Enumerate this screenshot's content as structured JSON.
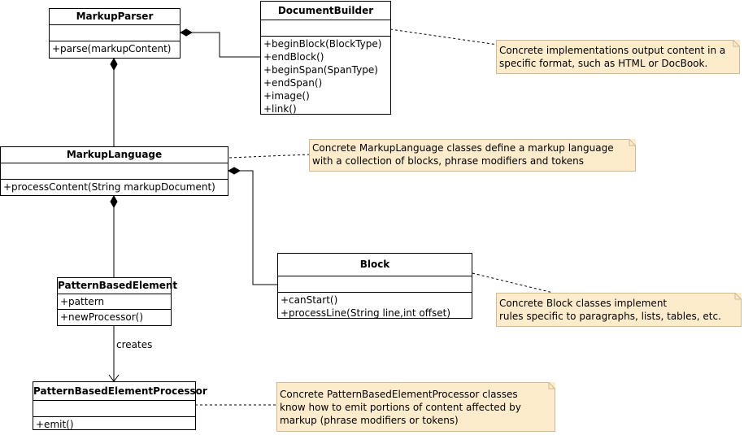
{
  "classes": {
    "markup_parser": {
      "name": "MarkupParser",
      "attributes": [],
      "operations": [
        "+parse(markupContent)"
      ]
    },
    "document_builder": {
      "name": "DocumentBuilder",
      "attributes": [],
      "operations": [
        "+beginBlock(BlockType)",
        "+endBlock()",
        "+beginSpan(SpanType)",
        "+endSpan()",
        "+image()",
        "+link()"
      ]
    },
    "markup_language": {
      "name": "MarkupLanguage",
      "attributes": [],
      "operations": [
        "+processContent(String markupDocument)"
      ]
    },
    "block": {
      "name": "Block",
      "attributes": [],
      "operations": [
        "+canStart()",
        "+processLine(String line,int offset)"
      ]
    },
    "pattern_based_element": {
      "name": "PatternBasedElement",
      "attributes": [
        "+pattern"
      ],
      "operations": [
        "+newProcessor()"
      ]
    },
    "pattern_based_element_processor": {
      "name": "PatternBasedElementProcessor",
      "attributes": [],
      "operations": [
        "+emit()"
      ]
    }
  },
  "notes": {
    "document_builder_note": [
      "Concrete implementations output content in a",
      "specific format, such as HTML or DocBook."
    ],
    "markup_language_note": [
      "Concrete MarkupLanguage classes define a markup language",
      "with a collection of blocks, phrase modifiers and tokens"
    ],
    "block_note": [
      "Concrete Block classes implement",
      "rules specific to paragraphs, lists, tables, etc."
    ],
    "processor_note": [
      "Concrete PatternBasedElementProcessor classes",
      "know how to emit portions of content affected by",
      "markup (phrase modifiers or tokens)"
    ]
  },
  "association_labels": {
    "creates": "creates"
  }
}
